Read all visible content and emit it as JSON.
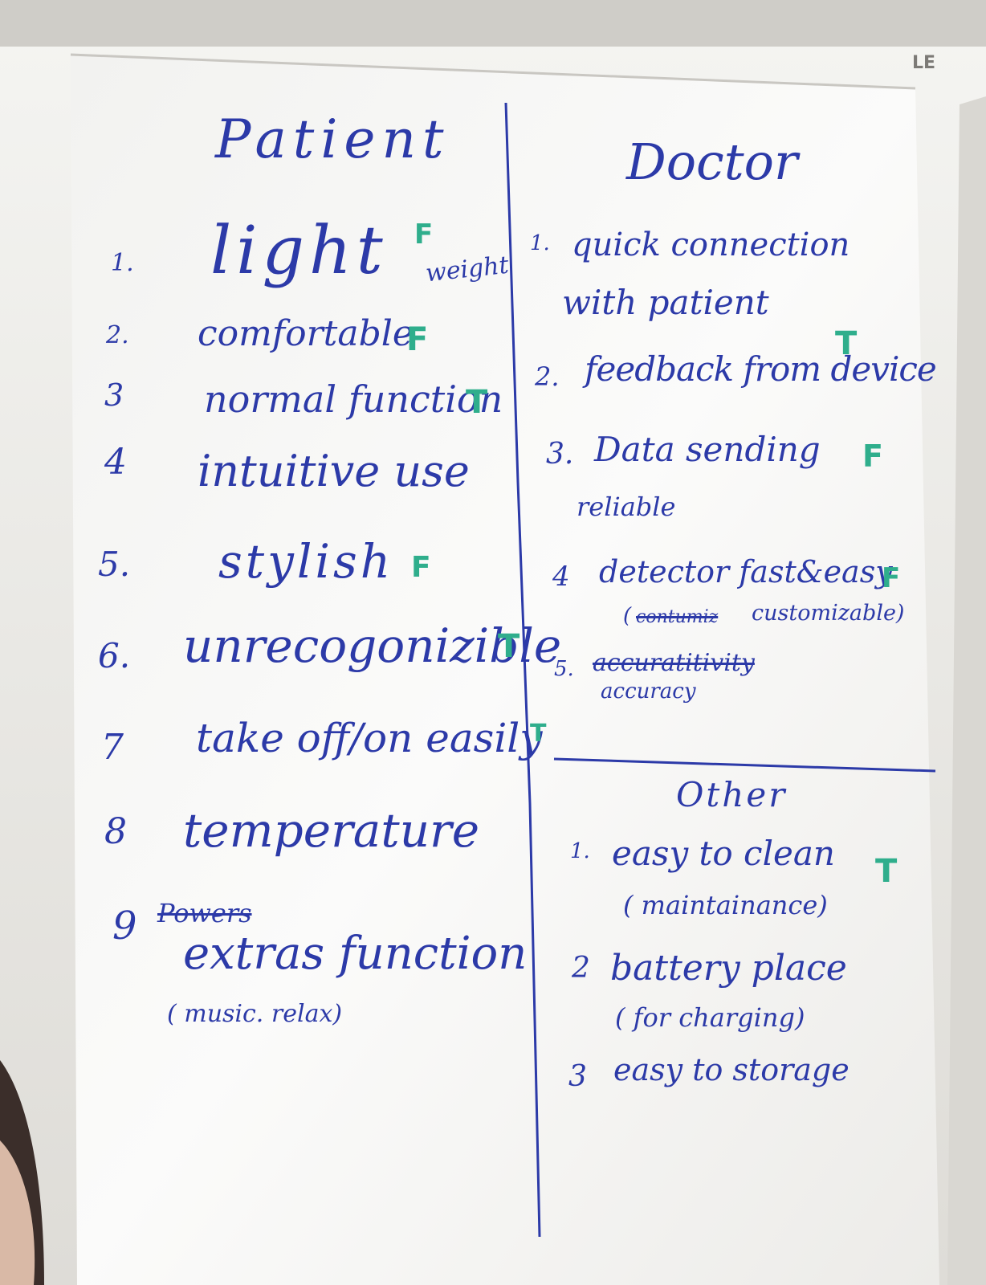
{
  "patient": {
    "title": "Patient",
    "items": [
      {
        "num": "1.",
        "text": "light",
        "extra": "weight",
        "mark": "F"
      },
      {
        "num": "2.",
        "text": "comfortable",
        "mark": "F"
      },
      {
        "num": "3",
        "text": "normal function",
        "mark": "T"
      },
      {
        "num": "4",
        "text": "intuitive use"
      },
      {
        "num": "5.",
        "text": "stylish",
        "mark": "F"
      },
      {
        "num": "6.",
        "text": "unrecogonizible",
        "mark": "T"
      },
      {
        "num": "7",
        "text": "take off/on easily",
        "mark": "T"
      },
      {
        "num": "8",
        "text": "temperature"
      },
      {
        "num": "9",
        "text": "Powers",
        "sub1": "extras function",
        "sub2": "( music. relax)"
      }
    ]
  },
  "doctor": {
    "title": "Doctor",
    "items": [
      {
        "num": "1.",
        "text": "quick connection",
        "sub": "with patient"
      },
      {
        "num": "2.",
        "text": "feedback from device",
        "mark": "T"
      },
      {
        "num": "3.",
        "text": "Data sending",
        "sub": "reliable",
        "mark": "F"
      },
      {
        "num": "4",
        "text": "detector fast&easy",
        "sub_struck": "contumiz",
        "sub": "customizable)",
        "sub_open": "(",
        "mark": "F"
      },
      {
        "num": "5.",
        "struck": "accuratitivity",
        "sub": "accuracy"
      }
    ]
  },
  "other": {
    "title": "Other",
    "items": [
      {
        "num": "1.",
        "text": "easy to clean",
        "sub": "( maintainance)",
        "mark": "T"
      },
      {
        "num": "2",
        "text": "battery place",
        "sub": "( for charging)"
      },
      {
        "num": "3",
        "text": "easy to storage"
      }
    ]
  },
  "board_brand": "LE",
  "colors": {
    "ink": "#2c3aa8",
    "marker_green": "#2fae8c",
    "paper": "#fbfbfa"
  }
}
